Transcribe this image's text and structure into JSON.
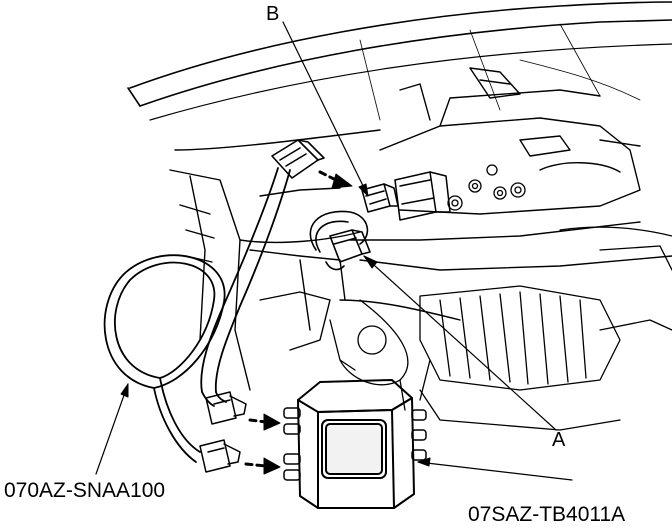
{
  "callouts": {
    "b": "B",
    "a": "A",
    "harness_part_number": "070AZ-SNAA100",
    "tester_part_number": "07SAZ-TB4011A"
  },
  "colors": {
    "line": "#000000",
    "background": "#ffffff",
    "screen_fill": "#f2f2f2"
  }
}
